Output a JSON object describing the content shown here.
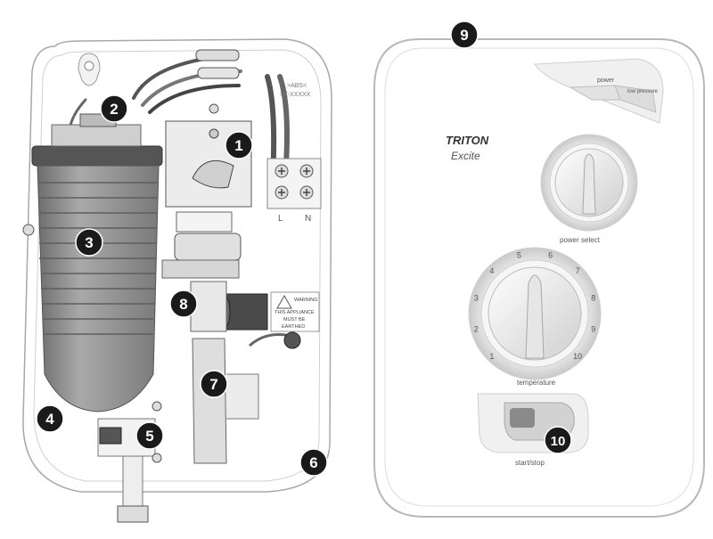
{
  "colors": {
    "badge_fill": "#1a1a1a",
    "badge_text": "#ffffff",
    "casing_fill": "#ffffff",
    "casing_stroke": "#b5b5b5",
    "internal_grey": "#8c8c8c",
    "dark_component": "#3a3a3a"
  },
  "callouts": [
    {
      "number": "1",
      "icon": "number-badge"
    },
    {
      "number": "2",
      "icon": "number-badge"
    },
    {
      "number": "3",
      "icon": "number-badge"
    },
    {
      "number": "4",
      "icon": "number-badge"
    },
    {
      "number": "5",
      "icon": "number-badge"
    },
    {
      "number": "6",
      "icon": "number-badge"
    },
    {
      "number": "7",
      "icon": "number-badge"
    },
    {
      "number": "8",
      "icon": "number-badge"
    },
    {
      "number": "9",
      "icon": "number-badge"
    },
    {
      "number": "10",
      "icon": "number-badge"
    }
  ],
  "internal": {
    "abs_mark": ">ABS<",
    "material_mark": ">X-XXXXX",
    "terminal_live": "L",
    "terminal_neutral": "N",
    "warning_line1": "WARNING",
    "warning_line2": "THIS APPLIANCE",
    "warning_line3": "MUST BE",
    "warning_line4": "EARTHED"
  },
  "front": {
    "brand": "TRITON",
    "model": "Excite",
    "power_label": "power",
    "low_pressure_label": "low pressure",
    "power_select_label": "power select",
    "temperature_label": "temperature",
    "start_stop_label": "start/stop",
    "temperature_scale": [
      "1",
      "2",
      "3",
      "4",
      "5",
      "6",
      "7",
      "8",
      "9",
      "10"
    ]
  }
}
